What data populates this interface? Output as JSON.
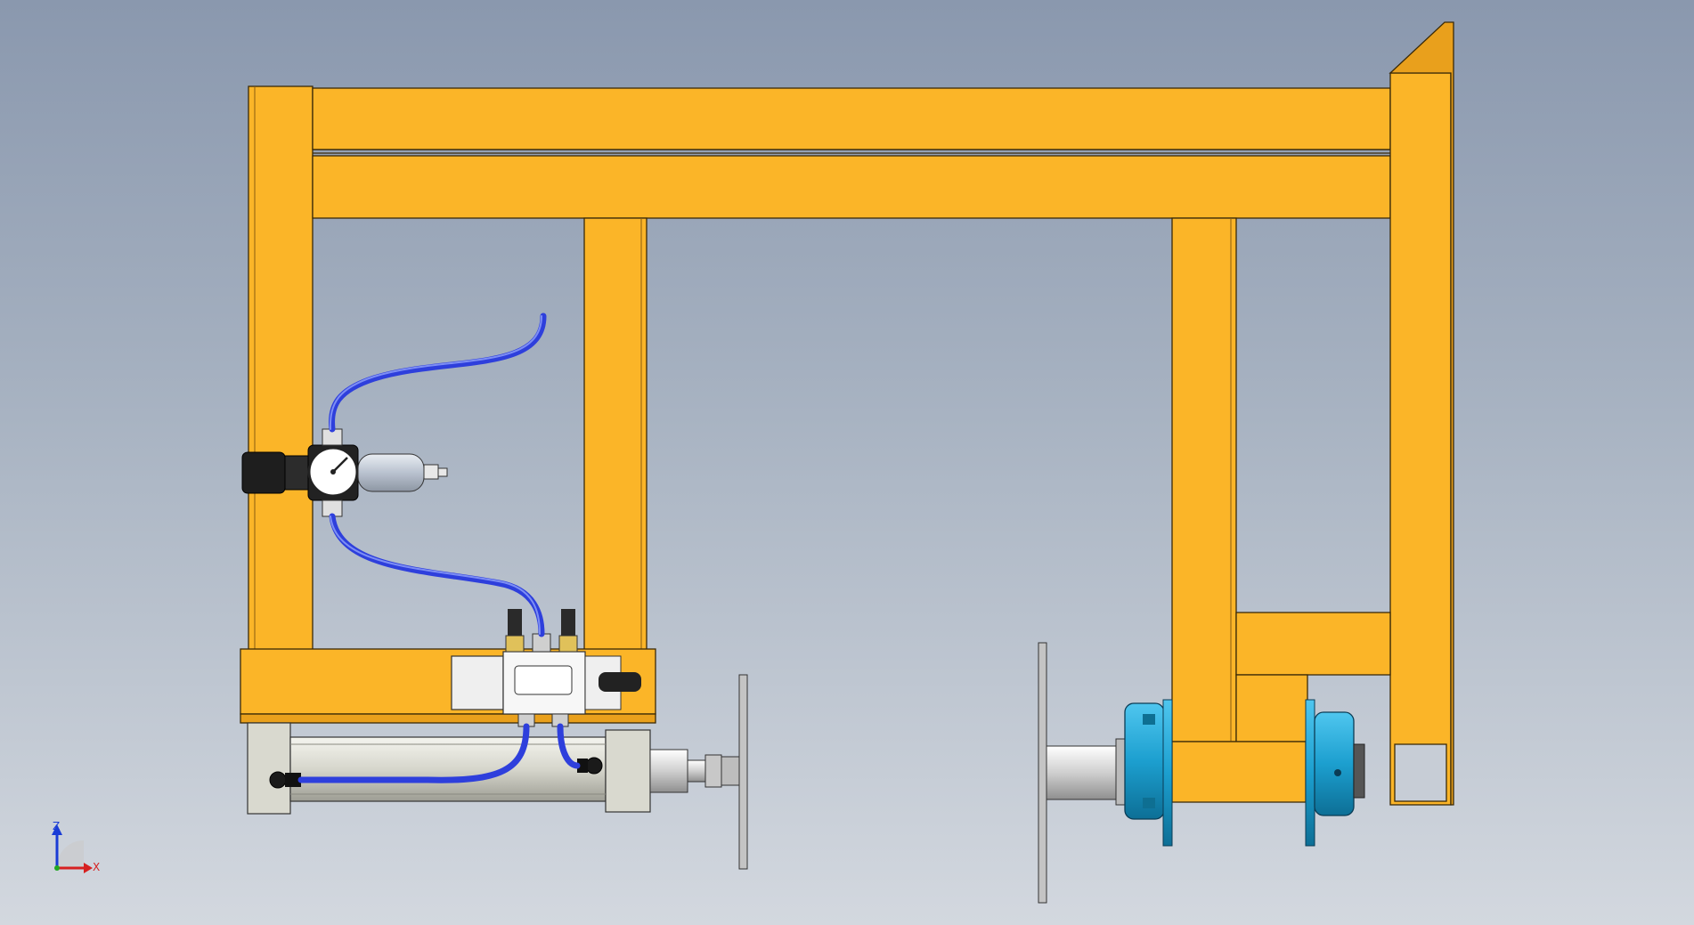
{
  "viewport": {
    "background_top": "#8a98ae",
    "background_bottom": "#d3d8df"
  },
  "colors": {
    "frame": "#fbb528",
    "frame_edge": "#3a2a08",
    "hose": "#2e3fdc",
    "cylinder": "#d8d8cf",
    "coupling": "#21a8d6",
    "disc": "#c9c9c9"
  },
  "triad": {
    "z_label": "Z",
    "x_label": "X"
  },
  "model": {
    "frame_icon": "steel-frame",
    "regulator_icon": "filter-regulator-gauge",
    "valve_icon": "solenoid-valve",
    "cylinder_icon": "pneumatic-cylinder",
    "coupling_icon": "flange-coupling"
  }
}
